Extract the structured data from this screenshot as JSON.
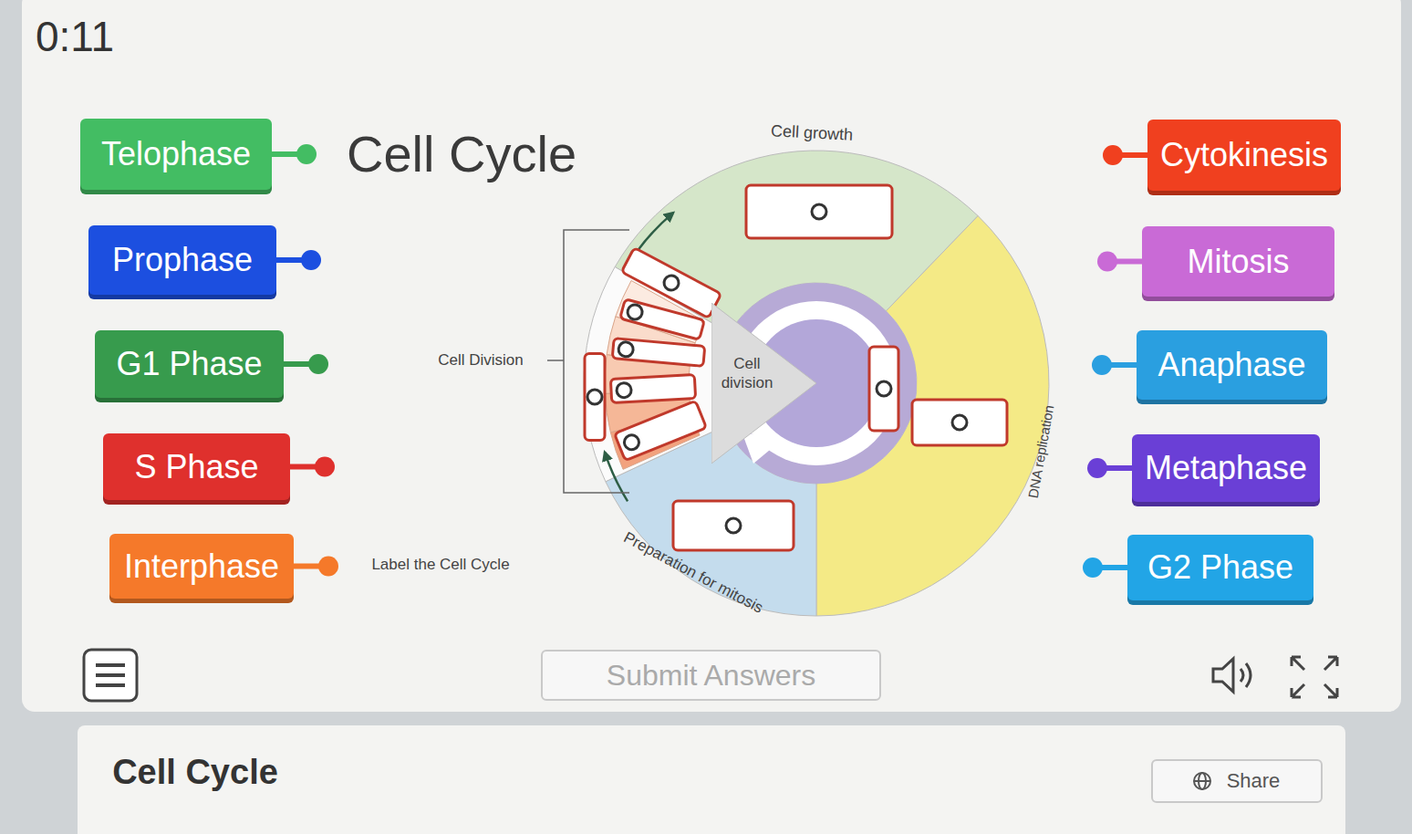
{
  "diagram": {
    "title": "Cell Cycle",
    "nodes": [
      {
        "text": [
          "Telophase"
        ]
      },
      {
        "text": [
          "Cytokinesis"
        ]
      },
      {
        "text": [
          "Prophase"
        ]
      },
      {
        "text": [
          "Mitosis"
        ]
      },
      {
        "text": [
          "G1 Phase"
        ]
      },
      {
        "text": [
          "Anaphase"
        ]
      },
      {
        "text": [
          "S Phase"
        ]
      },
      {
        "text": [
          "Metaphase"
        ]
      },
      {
        "text": [
          "Interphase"
        ]
      },
      {
        "text": [
          "G2 Phase"
        ]
      },
      {
        "text": [
          "Cell division"
        ]
      },
      {
        "text": [
          "Submit Answers"
        ]
      },
      {
        "text": [
          "Share"
        ]
      }
    ],
    "labels": [
      "0:11",
      "Cell growth",
      "Cell Division",
      "DNA replication",
      "Label the Cell Cycle",
      "Preparation for mitosis",
      "Cell Cycle"
    ]
  }
}
